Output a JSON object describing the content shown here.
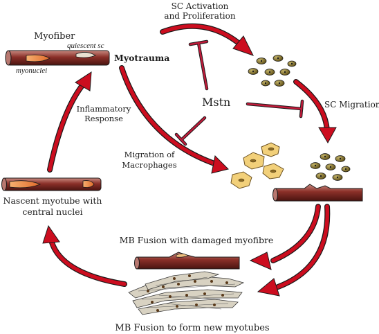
{
  "labels": {
    "myofiber": "Myofiber",
    "quiescent_sc": "quiescent sc",
    "myonuclei": "myonuclei",
    "myotrauma": "Myotrauma",
    "sc_activation_line1": "SC Activation",
    "sc_activation_line2": "and Proliferation",
    "mstn": "Mstn",
    "sc_migration": "SC Migration",
    "inflammatory_line1": "Inflammatory",
    "inflammatory_line2": "Response",
    "migration_macrophages_line1": "Migration of",
    "migration_macrophages_line2": "Macrophages",
    "nascent_line1": "Nascent myotube with",
    "nascent_line2": "central nuclei",
    "mb_fusion_damaged": "MB Fusion with damaged myofibre",
    "mb_fusion_new": "MB Fusion to form new myotubes"
  },
  "colors": {
    "arrow_red": "#cc0d1f",
    "arrow_outline": "#1a1a1a",
    "fiber_brown": "#7a2a24",
    "nucleus_orange": "#e88a3c",
    "inhibitor": "#c21a3a",
    "sc_cell": "#7c6a25",
    "macrophage": "#f2d07a"
  }
}
